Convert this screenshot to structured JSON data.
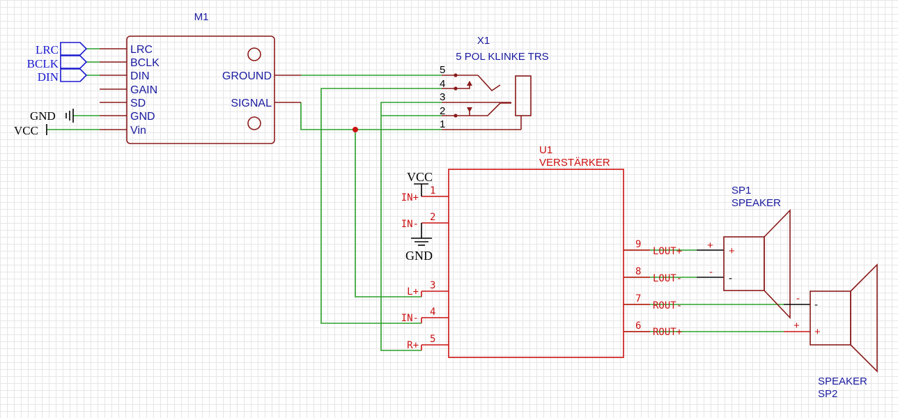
{
  "colors": {
    "background": "#ffffff",
    "grid": "#e6e6e6",
    "wire": "#2aa02a",
    "symbol": "#8b1a1a",
    "amplifier": "#cc1111",
    "module_text": "#1a1aa0",
    "net_label": "#1a1ad0",
    "power": "#000000"
  },
  "net_labels": {
    "lrc": "LRC",
    "bclk": "BCLK",
    "din": "DIN"
  },
  "power_labels": {
    "gnd_left": "GND",
    "vcc_left": "VCC",
    "vcc_amp": "VCC",
    "gnd_amp": "GND"
  },
  "m1": {
    "ref": "M1",
    "pins_left": [
      "LRC",
      "BCLK",
      "DIN",
      "GAIN",
      "SD",
      "GND",
      "Vin"
    ],
    "pins_right": [
      "GROUND",
      "SIGNAL"
    ]
  },
  "x1": {
    "ref": "X1",
    "value": "5 POL KLINKE TRS",
    "pins": [
      "5",
      "4",
      "3",
      "2",
      "1"
    ]
  },
  "u1": {
    "ref": "U1",
    "value": "VERSTÄRKER",
    "left_pins": [
      {
        "num": "1",
        "name": "IN+"
      },
      {
        "num": "2",
        "name": "IN-"
      },
      {
        "num": "3",
        "name": "L+"
      },
      {
        "num": "4",
        "name": "IN-"
      },
      {
        "num": "5",
        "name": "R+"
      }
    ],
    "right_pins": [
      {
        "num": "9",
        "name": "LOUT+"
      },
      {
        "num": "8",
        "name": "LOUT-"
      },
      {
        "num": "7",
        "name": "ROUT-"
      },
      {
        "num": "6",
        "name": "ROUT+"
      }
    ]
  },
  "sp1": {
    "ref": "SP1",
    "value": "SPEAKER",
    "plus": "+",
    "minus": "-"
  },
  "sp2": {
    "ref": "SP2",
    "value": "SPEAKER",
    "plus": "+",
    "minus": "-"
  },
  "wire_marks": {
    "plus_1": "+",
    "minus_1": "-",
    "minus_2": "-",
    "plus_2": "+"
  }
}
